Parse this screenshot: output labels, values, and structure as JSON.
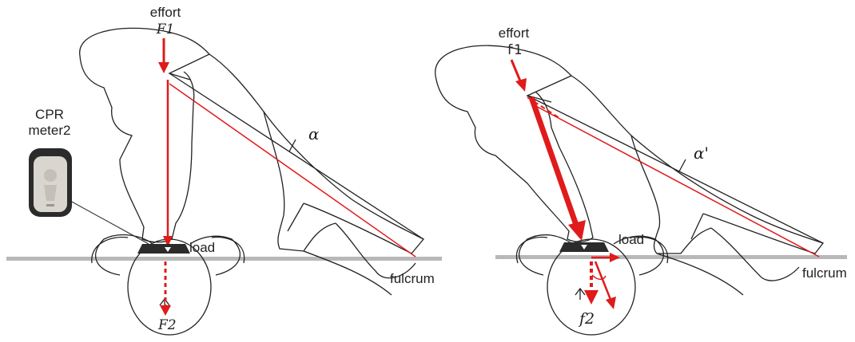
{
  "left_panel": {
    "effort_label": "effort",
    "effort_symbol": "F1",
    "angle_symbol": "α",
    "device_label": "CPR\nmeter2",
    "load_label": "load",
    "fulcrum_label": "fulcrum",
    "reaction_symbol": "F2"
  },
  "right_panel": {
    "effort_label": "effort",
    "effort_symbol": "f1",
    "angle_symbol": "α'",
    "load_label": "load",
    "fulcrum_label": "fulcrum",
    "reaction_symbol": "f2"
  },
  "colors": {
    "force": "#e01b1b",
    "floor": "#b8b8b8",
    "outline": "#222222",
    "device_body": "#2b2b2b",
    "device_face": "#d9d6d0"
  }
}
